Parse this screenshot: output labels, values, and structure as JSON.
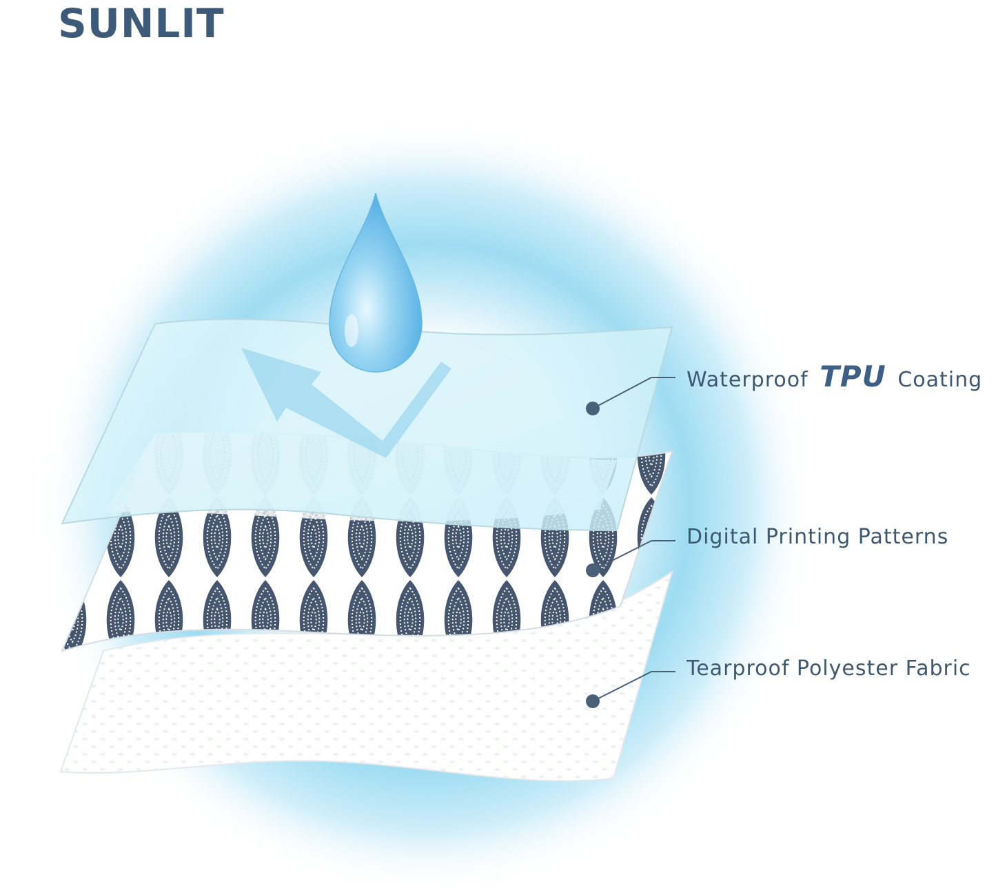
{
  "brand": {
    "name": "SUNLIT",
    "color": "#3d5a78"
  },
  "layers": [
    {
      "id": "tpu",
      "label_prefix": "Waterproof",
      "label_emphasis": "TPU",
      "label_suffix": "Coating"
    },
    {
      "id": "print",
      "label": "Digital Printing Patterns"
    },
    {
      "id": "fabric",
      "label": "Tearproof Polyester Fabric"
    }
  ],
  "colors": {
    "glow": "#7fd3ee",
    "film": "#d9f4fb",
    "pattern_ink": "#3f4f66",
    "callout_dot": "#4a5f78",
    "drop": "#8fd0f0"
  },
  "icons": [
    "water-drop-icon",
    "arrow-up-left-icon"
  ]
}
